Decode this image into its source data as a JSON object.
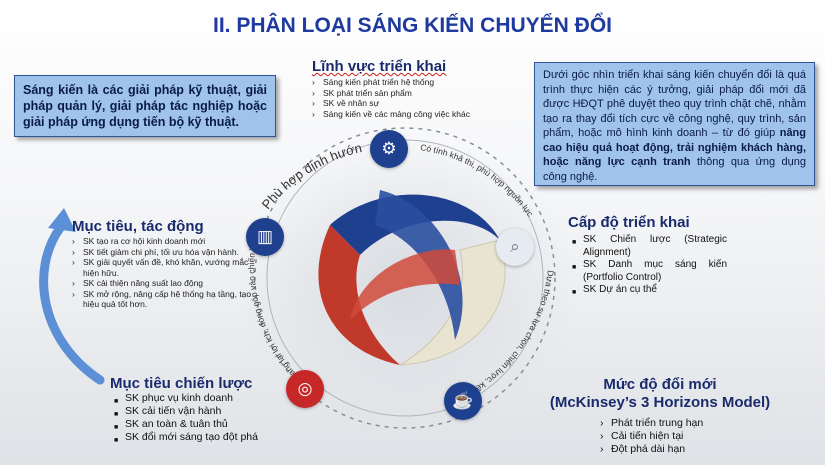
{
  "title": "II. PHÂN LOẠI SÁNG KIẾN CHUYỂN ĐỔI",
  "definition": "Sáng kiến là các giải pháp kỹ thuật, giải pháp quản lý, giải pháp tác nghiệp hoặc giải pháp ứng dụng tiến bộ kỹ thuật.",
  "perspective": {
    "part1": "Dưới góc nhìn triển khai sáng kiến chuyển đổi là quá trình thực hiện các ý tưởng, giải pháp đổi mới đã được HĐQT phê duyệt theo quy trình chặt chẽ, nhằm tạo ra thay đổi tích cực về công nghệ, quy trình, sản phẩm, hoặc mô hình kinh doanh – từ đó giúp ",
    "bold": "nâng cao hiệu quả hoạt động, trải nghiệm khách hàng, hoặc năng lực cạnh tranh",
    "part2": " thông qua ứng dụng công nghệ."
  },
  "sections": {
    "linh_vuc": {
      "heading": "Lĩnh vực triển khai",
      "items": [
        "Sáng kiến phát triển hệ thống",
        "SK phát triển sản phẩm",
        "SK về nhân sự",
        "Sáng kiến về các mảng công việc khác"
      ]
    },
    "muc_tieu": {
      "heading": "Mục tiêu, tác động",
      "items": [
        "SK tạo ra cơ hội kinh doanh mới",
        "SK tiết giảm chi phí, tối ưu hóa vận hành.",
        "SK giải quyết vấn đề, khó khăn, vướng mắc hiện hữu.",
        "SK cải thiện năng suất lao động",
        "SK mở rộng, nâng cấp hệ thống hạ tầng, tạo hiệu quả tốt hơn."
      ]
    },
    "chien_luoc": {
      "heading": "Mục tiêu chiến lược",
      "items": [
        "SK phục vụ kinh doanh",
        "SK cải tiến vận hành",
        "SK an toàn & tuân thủ",
        "SK đổi mới sáng tạo đột phá"
      ]
    },
    "cap_do": {
      "heading": "Cấp độ triển khai",
      "items": [
        "SK Chiến lược (Strategic Alignment)",
        "SK Danh mục sáng kiến (Portfolio Control)",
        "SK Dự án cụ thể"
      ]
    },
    "muc_do": {
      "heading_line1": "Mức độ đổi mới",
      "heading_line2": "(McKinsey’s 3 Horizons Model)",
      "items": [
        "Phát triển trung hạn",
        "Cải tiến hiện tại",
        "Đột phá dài hạn"
      ]
    }
  },
  "arc_labels": {
    "phu_hop": "Phù hợp định hướng",
    "kha_thi": "Có tính khả thi, phù hợp nguồn lực",
    "lua_chon": "Dựa theo sự lựa chọn, chiến lược, kế hoạch, rủi ro, thế mạnh",
    "dong_gop": "Mang lại lợi ích, đóng góp vào chiến lược chung"
  },
  "colors": {
    "title": "#1f3a9e",
    "box_fill": "#9fc3ea",
    "ring_red": "#c0392b",
    "ring_blue": "#1f3f8f",
    "ring_cream": "#e9e4d2"
  },
  "icons": [
    "gear-icon",
    "chart-icon",
    "search-icon",
    "target-icon",
    "cup-icon"
  ]
}
